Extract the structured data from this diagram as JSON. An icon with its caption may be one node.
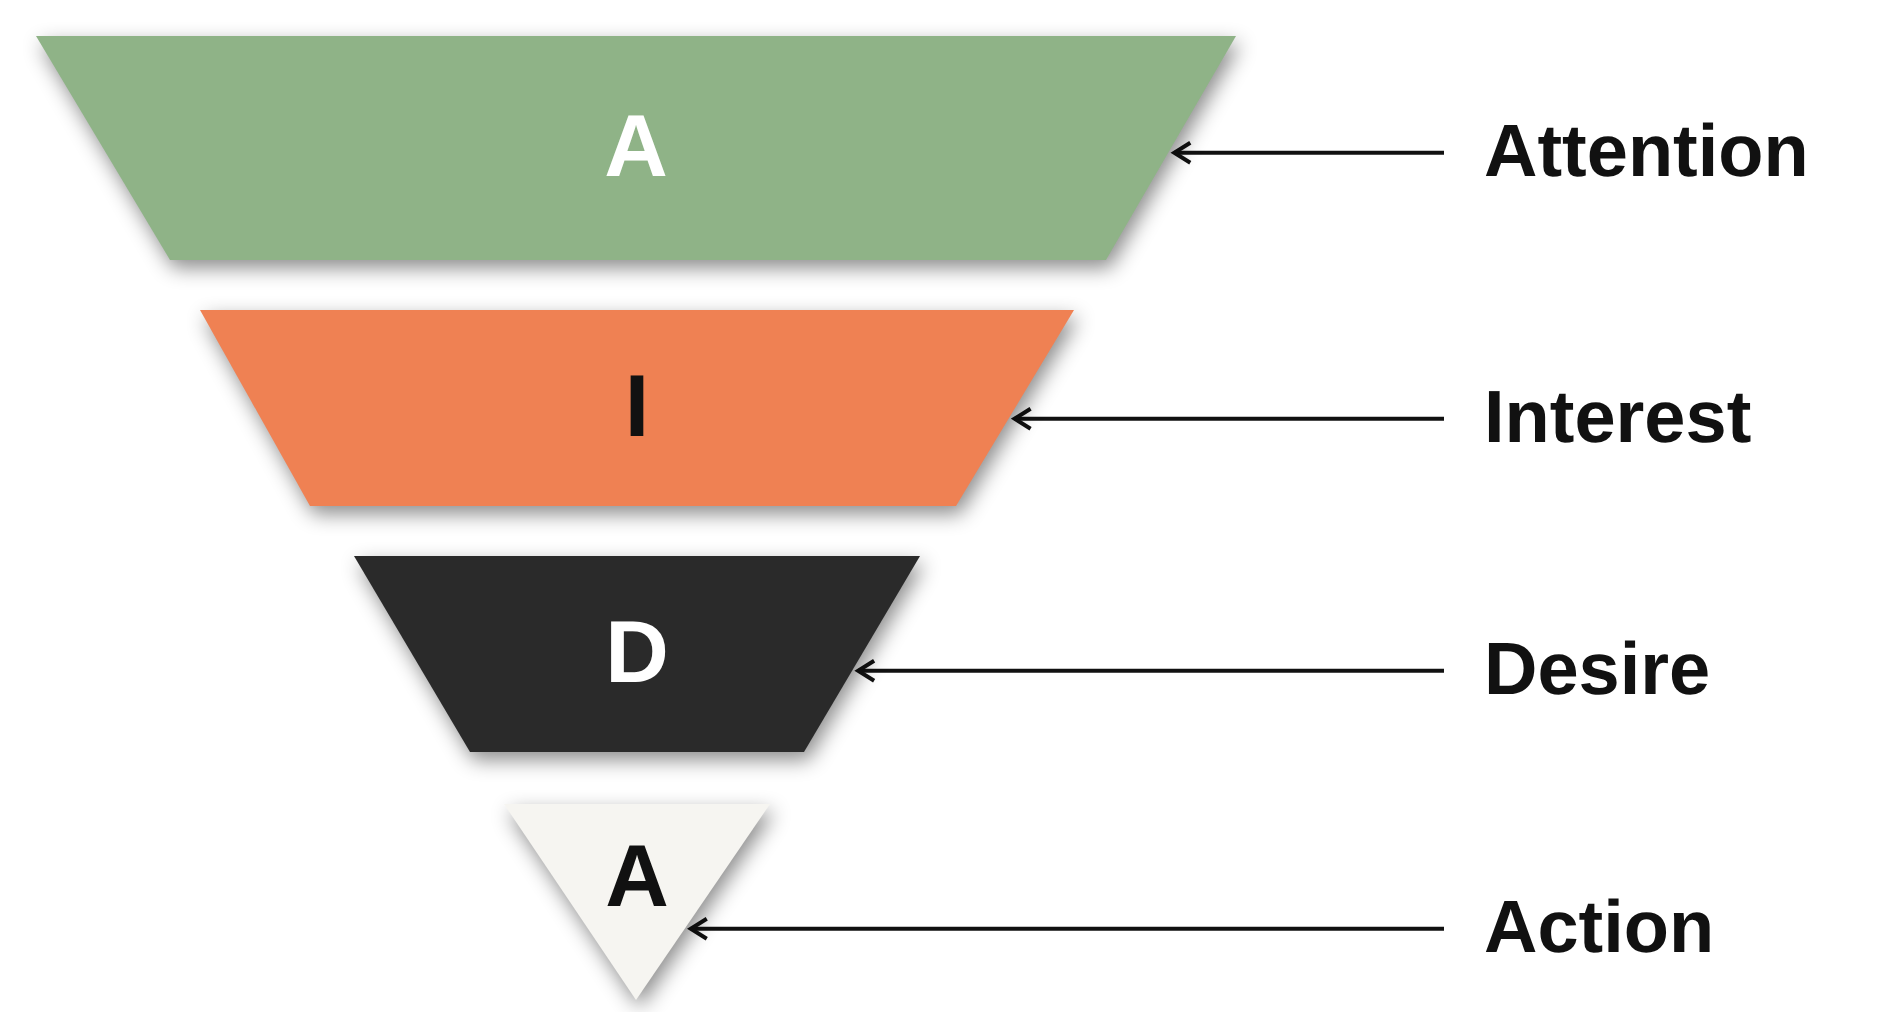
{
  "diagram": {
    "nodes": [
      {
        "text": [
          "A"
        ]
      },
      {
        "text": [
          "I"
        ]
      },
      {
        "text": [
          "D"
        ]
      },
      {
        "text": [
          "A"
        ]
      },
      {
        "text": [
          "Attention"
        ]
      },
      {
        "text": [
          "Interest"
        ]
      },
      {
        "text": [
          "Desire"
        ]
      },
      {
        "text": [
          "Action"
        ]
      }
    ],
    "edges": [
      {
        "from": 4,
        "to": 0,
        "arrow": "to"
      },
      {
        "from": 5,
        "to": 1,
        "arrow": "to"
      },
      {
        "from": 6,
        "to": 2,
        "arrow": "to"
      },
      {
        "from": 7,
        "to": 3,
        "arrow": "to"
      }
    ]
  }
}
